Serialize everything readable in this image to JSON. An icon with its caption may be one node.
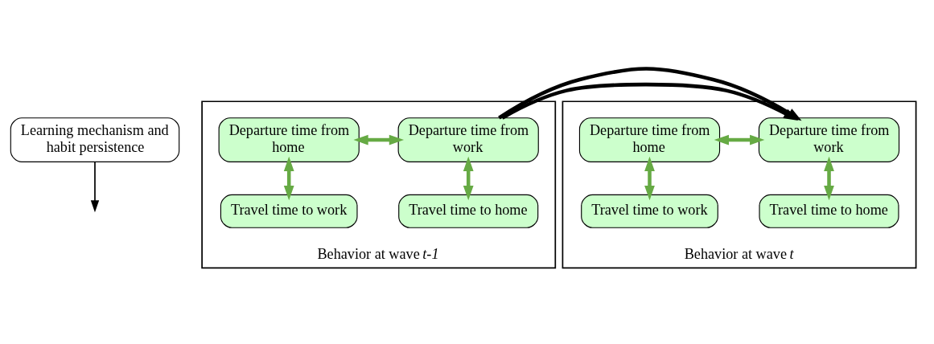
{
  "diagram": {
    "nodes": [
      {
        "text": [
          "Learning mechanism and habit persistence"
        ]
      },
      {
        "text": [
          "Behavior at wave *t-1*"
        ]
      },
      {
        "text": [
          "Departure time from home"
        ],
        "in": 1
      },
      {
        "text": [
          "Departure time from work"
        ],
        "in": 1
      },
      {
        "text": [
          "Travel time to work"
        ],
        "in": 1
      },
      {
        "text": [
          "Travel time to home"
        ],
        "in": 1
      },
      {
        "text": [
          "Behavior at wave *t*"
        ]
      },
      {
        "text": [
          "Departure time from home"
        ],
        "in": 6
      },
      {
        "text": [
          "Departure time from work"
        ],
        "in": 6
      },
      {
        "text": [
          "Travel time to work"
        ],
        "in": 6
      },
      {
        "text": [
          "Travel time to home"
        ],
        "in": 6
      }
    ],
    "edges": [
      {
        "from": 2,
        "to": 3,
        "arrow": "both"
      },
      {
        "from": 2,
        "to": 4,
        "arrow": "both"
      },
      {
        "from": 3,
        "to": 5,
        "arrow": "both"
      },
      {
        "from": 1,
        "to": 6,
        "arrow": "to",
        "color": "#000000"
      },
      {
        "from": 0,
        "to": null,
        "arrow": "to",
        "color": "#000000"
      },
      {
        "from": 7,
        "to": 8,
        "arrow": "both"
      },
      {
        "from": 7,
        "to": 9,
        "arrow": "both"
      },
      {
        "from": 8,
        "to": 10,
        "arrow": "both"
      }
    ]
  }
}
